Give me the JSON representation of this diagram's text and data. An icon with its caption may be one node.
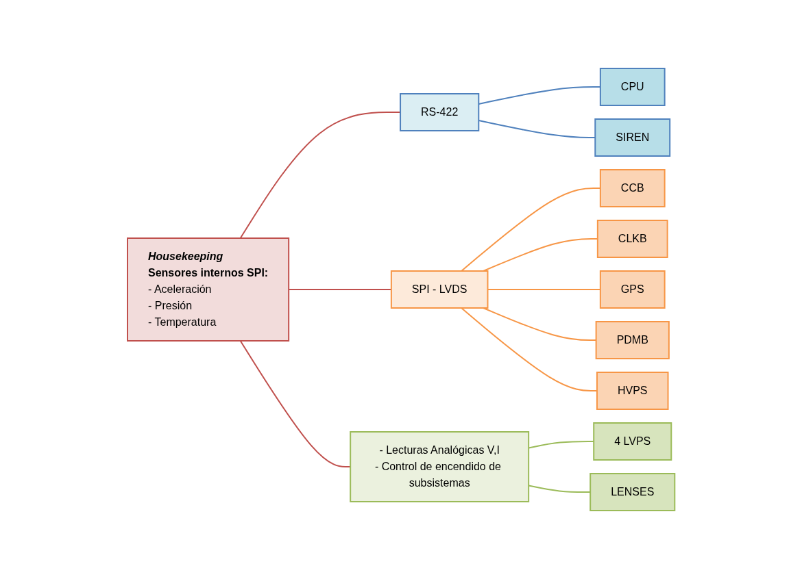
{
  "diagram": {
    "nodes": [
      {
        "text": [
          "Housekeeping",
          "Sensores internos SPI:",
          "- Aceleración",
          "- Presión",
          "- Temperatura"
        ]
      },
      {
        "text": [
          "RS-422"
        ]
      },
      {
        "text": [
          "SPI - LVDS"
        ]
      },
      {
        "text": [
          "- Lecturas Analógicas V,I",
          "- Control de encendido de subsistemas"
        ]
      },
      {
        "text": [
          "CPU"
        ]
      },
      {
        "text": [
          "SIREN"
        ]
      },
      {
        "text": [
          "CCB"
        ]
      },
      {
        "text": [
          "CLKB"
        ]
      },
      {
        "text": [
          "GPS"
        ]
      },
      {
        "text": [
          "PDMB"
        ]
      },
      {
        "text": [
          "HVPS"
        ]
      },
      {
        "text": [
          "4 LVPS"
        ]
      },
      {
        "text": [
          "LENSES"
        ]
      }
    ],
    "edges": [
      {
        "from": 0,
        "to": 1,
        "arrow": "none",
        "color": "#c0504d"
      },
      {
        "from": 0,
        "to": 2,
        "arrow": "none",
        "color": "#c0504d"
      },
      {
        "from": 0,
        "to": 3,
        "arrow": "none",
        "color": "#c0504d"
      },
      {
        "from": 1,
        "to": 4,
        "arrow": "none",
        "color": "#4f81bd"
      },
      {
        "from": 1,
        "to": 5,
        "arrow": "none",
        "color": "#4f81bd"
      },
      {
        "from": 2,
        "to": 6,
        "arrow": "none",
        "color": "#f79646"
      },
      {
        "from": 2,
        "to": 7,
        "arrow": "none",
        "color": "#f79646"
      },
      {
        "from": 2,
        "to": 8,
        "arrow": "none",
        "color": "#f79646"
      },
      {
        "from": 2,
        "to": 9,
        "arrow": "none",
        "color": "#f79646"
      },
      {
        "from": 2,
        "to": 10,
        "arrow": "none",
        "color": "#f79646"
      },
      {
        "from": 3,
        "to": 11,
        "arrow": "none",
        "color": "#9bbb59"
      },
      {
        "from": 3,
        "to": 12,
        "arrow": "none",
        "color": "#9bbb59"
      }
    ]
  }
}
